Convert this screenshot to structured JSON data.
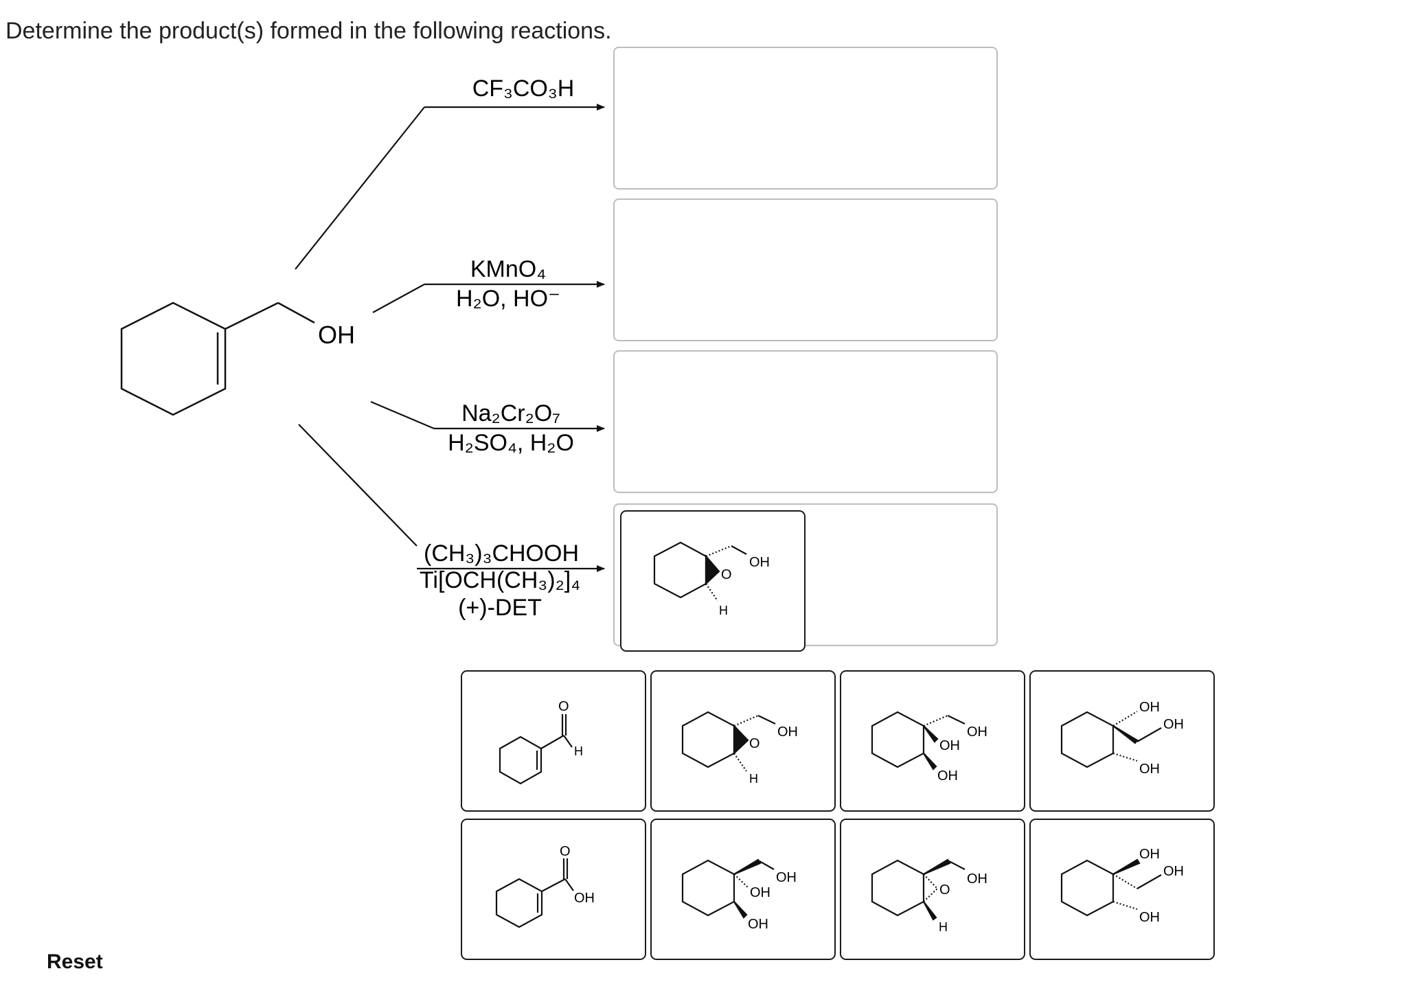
{
  "question": "Determine the product(s) formed in the following reactions.",
  "reactant": {
    "group_label": "OH"
  },
  "reactions": [
    {
      "id": "r1",
      "reagent_lines": [
        "CF₃CO₃H"
      ]
    },
    {
      "id": "r2",
      "reagent_lines": [
        "KMnO₄",
        "H₂O, HO⁻"
      ]
    },
    {
      "id": "r3",
      "reagent_lines": [
        "Na₂Cr₂O₇",
        "H₂SO₄, H₂O"
      ]
    },
    {
      "id": "r4",
      "reagent_lines": [
        "(CH₃)₃CHOOH",
        "Ti[OCH(CH₃)₂]₄",
        "(+)-DET"
      ]
    }
  ],
  "placed_answer": {
    "box": "r4",
    "labels": {
      "oh": "OH",
      "o": "O",
      "h": "H"
    }
  },
  "tiles": [
    {
      "id": "t1",
      "labels": {
        "o": "O",
        "h": "H"
      }
    },
    {
      "id": "t2",
      "labels": {
        "oh": "OH",
        "o": "O",
        "h": "H"
      }
    },
    {
      "id": "t3",
      "labels": {
        "oh1": "OH",
        "oh2": "OH",
        "oh3": "OH"
      }
    },
    {
      "id": "t4",
      "labels": {
        "oh1": "OH",
        "oh2": "OH",
        "oh3": "OH"
      }
    },
    {
      "id": "t5",
      "labels": {
        "o": "O",
        "oh": "OH"
      }
    },
    {
      "id": "t6",
      "labels": {
        "oh1": "OH",
        "oh2": "OH",
        "oh3": "OH"
      }
    },
    {
      "id": "t7",
      "labels": {
        "oh": "OH",
        "o": "O",
        "h": "H"
      }
    },
    {
      "id": "t8",
      "labels": {
        "oh1": "OH",
        "oh2": "OH",
        "oh3": "OH"
      }
    }
  ],
  "reset_label": "Reset"
}
